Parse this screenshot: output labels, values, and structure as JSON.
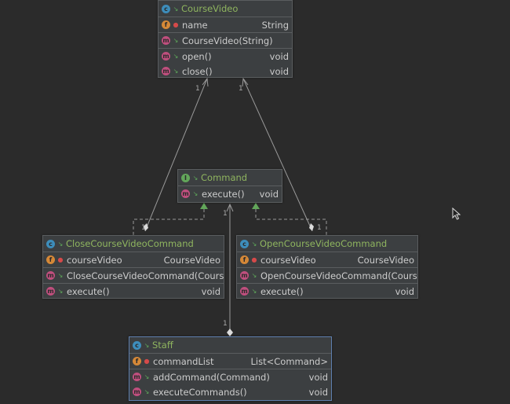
{
  "classes": {
    "course_video": {
      "name": "CourseVideo",
      "kind": "c",
      "fields": [
        {
          "name": "name",
          "type": "String"
        }
      ],
      "constructors": [
        {
          "name": "CourseVideo(String)",
          "type": ""
        }
      ],
      "methods": [
        {
          "name": "open()",
          "type": "void"
        },
        {
          "name": "close()",
          "type": "void"
        }
      ]
    },
    "command": {
      "name": "Command",
      "kind": "i",
      "methods": [
        {
          "name": "execute()",
          "type": "void"
        }
      ]
    },
    "close_command": {
      "name": "CloseCourseVideoCommand",
      "kind": "c",
      "fields": [
        {
          "name": "courseVideo",
          "type": "CourseVideo"
        }
      ],
      "constructors": [
        {
          "name": "CloseCourseVideoCommand(CourseVideo)",
          "type": ""
        }
      ],
      "methods": [
        {
          "name": "execute()",
          "type": "void"
        }
      ]
    },
    "open_command": {
      "name": "OpenCourseVideoCommand",
      "kind": "c",
      "fields": [
        {
          "name": "courseVideo",
          "type": "CourseVideo"
        }
      ],
      "constructors": [
        {
          "name": "OpenCourseVideoCommand(CourseVideo)",
          "type": ""
        }
      ],
      "methods": [
        {
          "name": "execute()",
          "type": "void"
        }
      ]
    },
    "staff": {
      "name": "Staff",
      "kind": "c",
      "fields": [
        {
          "name": "commandList",
          "type": "List<Command>"
        }
      ],
      "methods": [
        {
          "name": "addCommand(Command)",
          "type": "void"
        },
        {
          "name": "executeCommands()",
          "type": "void"
        }
      ]
    }
  },
  "multiplicity": {
    "close_to_video": "1",
    "open_to_video": "1",
    "close_end": "1",
    "open_end": "1",
    "staff_to_command": "1",
    "staff_end": "1"
  },
  "colors": {
    "background": "#2b2b2b",
    "class_name": "#8fb55f",
    "edge": "#9a9a9a",
    "realization_arrow": "#62a65a",
    "selected_border": "#5f7fae"
  }
}
